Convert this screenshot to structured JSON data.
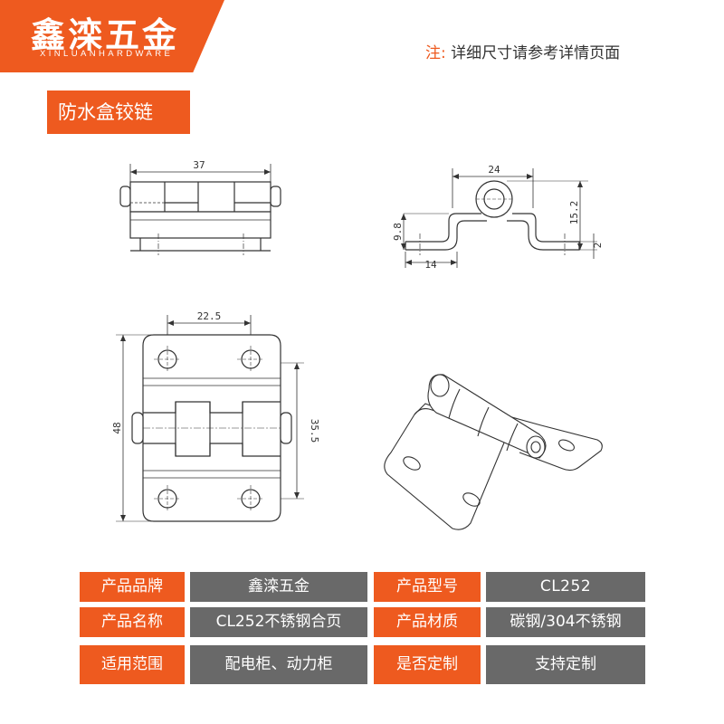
{
  "brand": {
    "name": "鑫滦五金",
    "subtitle": "XINLUANHARDWARE",
    "color": "#ee5a1f"
  },
  "note": {
    "label": "注:",
    "text": "详细尺寸请参考详情页面"
  },
  "product_title": "防水盒铰链",
  "drawings": {
    "top_view": {
      "dim_width": "37"
    },
    "side_view": {
      "dim_top": "24",
      "dim_left_height": "9.8",
      "dim_bottom": "14",
      "dim_right_height": "15.2",
      "dim_thickness": "2"
    },
    "front_view": {
      "dim_hole_spacing": "22.5",
      "dim_height": "48",
      "dim_inner": "35.5"
    }
  },
  "specs": [
    {
      "label": "产品品牌",
      "value": "鑫滦五金"
    },
    {
      "label": "产品型号",
      "value": "CL252"
    },
    {
      "label": "产品名称",
      "value": "CL252不锈钢合页"
    },
    {
      "label": "产品材质",
      "value": "碳钢/304不锈钢"
    },
    {
      "label": "适用范围",
      "value": "配电柜、动力柜"
    },
    {
      "label": "是否定制",
      "value": "支持定制"
    }
  ],
  "colors": {
    "accent": "#ee5a1f",
    "value_bg": "#696969",
    "line": "#333333"
  }
}
